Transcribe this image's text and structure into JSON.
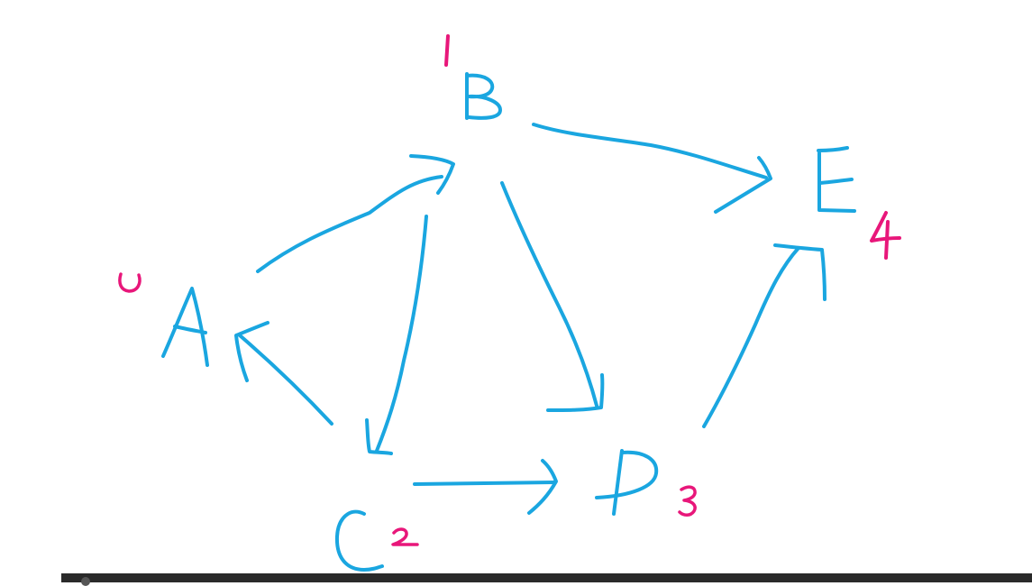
{
  "colors": {
    "graph_ink": "#1aa6e0",
    "label_ink": "#e8177a",
    "background": "#ffffff",
    "bottom_bar": "#2a2a2a"
  },
  "nodes": [
    {
      "id": "A",
      "label": "A",
      "index": "0"
    },
    {
      "id": "B",
      "label": "B",
      "index": "1"
    },
    {
      "id": "C",
      "label": "C",
      "index": "2"
    },
    {
      "id": "D",
      "label": "D",
      "index": "3"
    },
    {
      "id": "E",
      "label": "E",
      "index": "4"
    }
  ],
  "edges": [
    {
      "from": "A",
      "to": "B"
    },
    {
      "from": "B",
      "to": "C"
    },
    {
      "from": "B",
      "to": "D"
    },
    {
      "from": "B",
      "to": "E"
    },
    {
      "from": "C",
      "to": "A"
    },
    {
      "from": "C",
      "to": "D"
    },
    {
      "from": "D",
      "to": "E"
    }
  ]
}
